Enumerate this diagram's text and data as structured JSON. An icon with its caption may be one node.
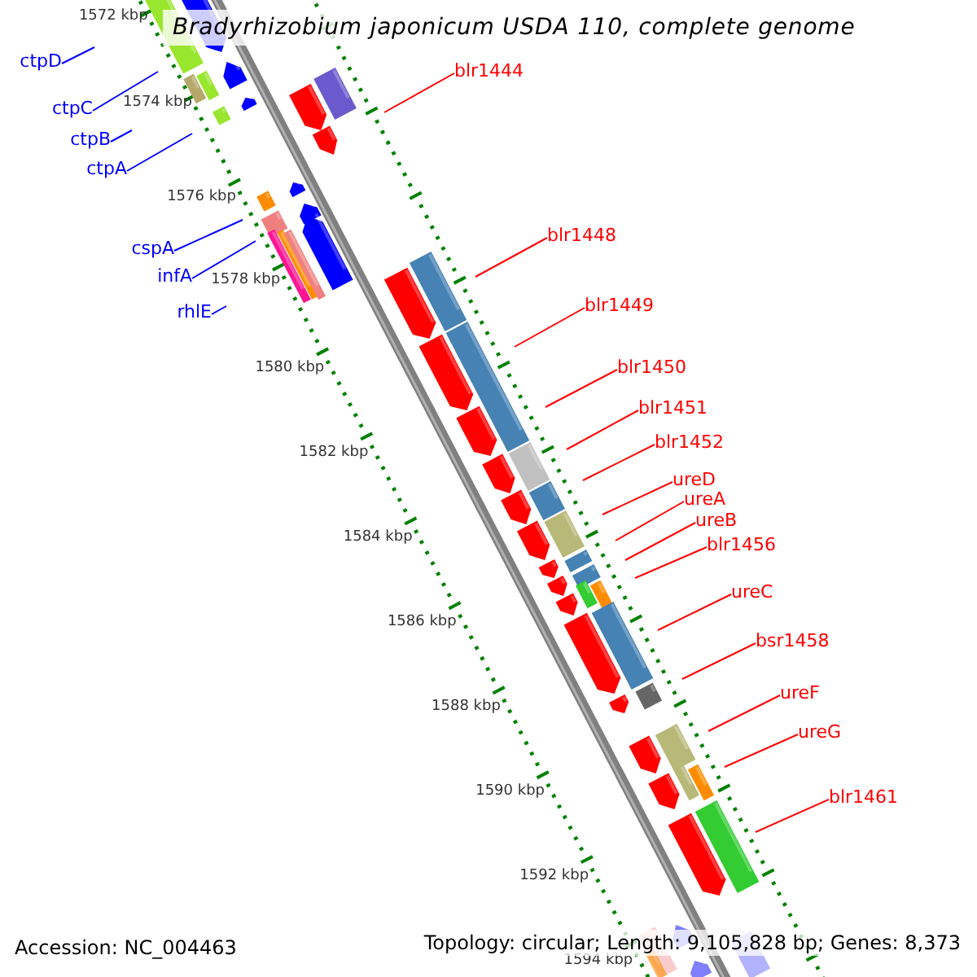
{
  "diagram": {
    "title": "Bradyrhizobium japonicum USDA 110, complete genome",
    "nodes": [
      {
        "text": [
          "ctpD"
        ]
      },
      {
        "text": [
          "ctpC"
        ]
      },
      {
        "text": [
          "ctpB"
        ]
      },
      {
        "text": [
          "ctpA"
        ]
      },
      {
        "text": [
          "cspA"
        ]
      },
      {
        "text": [
          "infA"
        ]
      },
      {
        "text": [
          "rhlE"
        ]
      },
      {
        "text": [
          "blr1444"
        ]
      },
      {
        "text": [
          "blr1448"
        ]
      },
      {
        "text": [
          "blr1449"
        ]
      },
      {
        "text": [
          "blr1450"
        ]
      },
      {
        "text": [
          "blr1451"
        ]
      },
      {
        "text": [
          "blr1452"
        ]
      },
      {
        "text": [
          "ureD"
        ]
      },
      {
        "text": [
          "ureA"
        ]
      },
      {
        "text": [
          "ureB"
        ]
      },
      {
        "text": [
          "blr1456"
        ]
      },
      {
        "text": [
          "ureC"
        ]
      },
      {
        "text": [
          "bsr1458"
        ]
      },
      {
        "text": [
          "ureF"
        ]
      },
      {
        "text": [
          "ureG"
        ]
      },
      {
        "text": [
          "blr1461"
        ]
      }
    ],
    "edges": [
      {
        "from": 0,
        "to": null,
        "arrow": "none",
        "color": "#0000ff"
      },
      {
        "from": 1,
        "to": null,
        "arrow": "none",
        "color": "#0000ff"
      },
      {
        "from": 2,
        "to": null,
        "arrow": "none",
        "color": "#0000ff"
      },
      {
        "from": 3,
        "to": null,
        "arrow": "none",
        "color": "#0000ff"
      },
      {
        "from": 4,
        "to": null,
        "arrow": "none",
        "color": "#0000ff"
      },
      {
        "from": 5,
        "to": null,
        "arrow": "none",
        "color": "#0000ff"
      },
      {
        "from": 6,
        "to": null,
        "arrow": "none",
        "color": "#0000ff"
      },
      {
        "from": 7,
        "to": null,
        "arrow": "none"
      },
      {
        "from": 8,
        "to": null,
        "arrow": "none"
      },
      {
        "from": 9,
        "to": null,
        "arrow": "none"
      },
      {
        "from": 10,
        "to": null,
        "arrow": "none"
      },
      {
        "from": 11,
        "to": null,
        "arrow": "none"
      },
      {
        "from": 12,
        "to": null,
        "arrow": "none"
      },
      {
        "from": 13,
        "to": null,
        "arrow": "none"
      },
      {
        "from": 14,
        "to": null,
        "arrow": "none"
      },
      {
        "from": 15,
        "to": null,
        "arrow": "none"
      },
      {
        "from": 16,
        "to": null,
        "arrow": "none"
      },
      {
        "from": 17,
        "to": null,
        "arrow": "none"
      },
      {
        "from": 18,
        "to": null,
        "arrow": "none"
      },
      {
        "from": 19,
        "to": null,
        "arrow": "none"
      },
      {
        "from": 20,
        "to": null,
        "arrow": "none"
      },
      {
        "from": 21,
        "to": null,
        "arrow": "none"
      }
    ],
    "labels": [
      "1572 kbp",
      "1574 kbp",
      "1576 kbp",
      "1578 kbp",
      "1580 kbp",
      "1582 kbp",
      "1584 kbp",
      "1586 kbp",
      "1588 kbp",
      "1590 kbp",
      "1592 kbp",
      "1594 kbp",
      "Accession: NC_004463",
      "Topology: circular; Length: 9,105,828 bp; Genes: 8,373"
    ]
  }
}
